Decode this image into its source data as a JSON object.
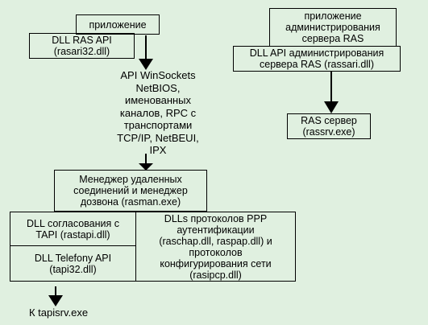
{
  "left": {
    "app": "приложение",
    "ras_api": "DLL RAS API\n(rasari32.dll)",
    "transports": "API WinSockets\nNetBIOS,\nименованных\nканалов, RPC с\nтранспортами\nTCP/IP, NetBEUI,\nIPX",
    "rasman": "Менеджер удаленных\nсоединений и менеджер\nдозвона (rasman.exe)",
    "tapi_neg": "DLL согласования с\nTAPI (rastapi.dll)",
    "telefony": "DLL Telefony API\n(tapi32.dll)",
    "ppp": "DLLs протоколов PPP\nаутентификации\n(raschap.dll, raspap.dll) и протоколов\nконфигурирования сети\n(rasipcp.dll)",
    "tapisrv": "К tapisrv.exe"
  },
  "right": {
    "admin_app": "приложение\nадминистрирования\nсервера RAS",
    "admin_api": "DLL API администрирования\nсервера RAS (rassari.dll)",
    "server": "RAS сервер\n(rassrv.exe)"
  },
  "colors": {
    "background": "#e0f0e0",
    "line": "#000000"
  }
}
